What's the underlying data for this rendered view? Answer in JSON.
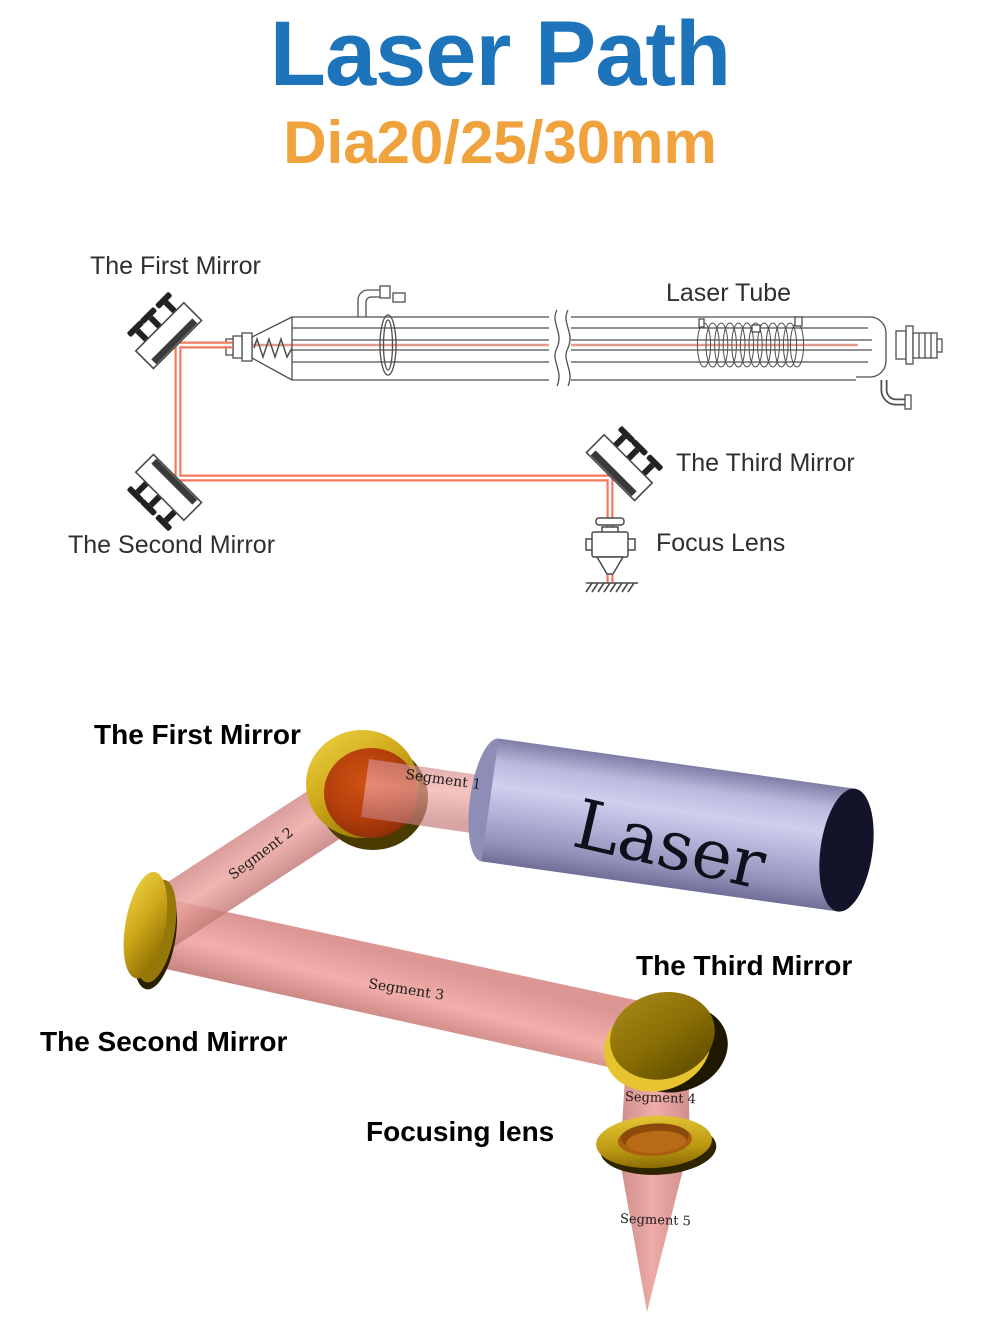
{
  "header": {
    "title": "Laser Path",
    "subtitle": "Dia20/25/30mm"
  },
  "top_diagram": {
    "first_mirror_label": "The First Mirror",
    "laser_tube_label": "Laser Tube",
    "third_mirror_label": "The Third Mirror",
    "second_mirror_label": "The Second Mirror",
    "focus_lens_label": "Focus Lens"
  },
  "bottom_diagram": {
    "first_mirror_label": "The First Mirror",
    "second_mirror_label": "The Second Mirror",
    "third_mirror_label": "The Third Mirror",
    "focusing_lens_label": "Focusing lens",
    "laser_label": "Laser",
    "segments": [
      {
        "label": "Segment 1"
      },
      {
        "label": "Segment 2"
      },
      {
        "label": "Segment 3"
      },
      {
        "label": "Segment 4"
      },
      {
        "label": "Segment 5"
      }
    ]
  },
  "colors": {
    "title_blue": "#1e74ba",
    "subtitle_orange": "#f0a23c",
    "beam_salmon": "#f4785c",
    "beam_pink": "#eea09c",
    "mirror_gold": "#cfa91a",
    "reflection_red": "#b23a0a",
    "laser_cylinder_lavender": "#b9b9dd",
    "line_art_gray": "#4a4a4a"
  }
}
